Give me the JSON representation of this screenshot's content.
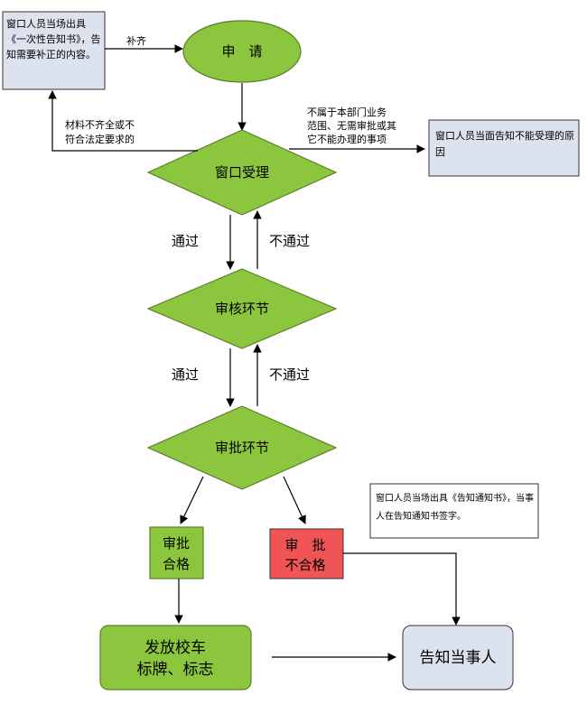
{
  "colors": {
    "green": "#8cc63f",
    "green_stroke": "#5a7f2a",
    "blue_box": "#dce3ee",
    "red": "#f05454",
    "white": "#ffffff",
    "line": "#000000"
  },
  "nodes": {
    "notify_supplement": "窗口人员当场出具《一次性告知书》，告知需要补正的内容。",
    "apply": "申　请",
    "window_accept": "窗口受理",
    "review": "审核环节",
    "approval": "审批环节",
    "reject_reason": "窗口人员当面告知不能受理的原因",
    "approved_line1": "审批",
    "approved_line2": "合格",
    "rejected_line1": "审　批",
    "rejected_line2": "不合格",
    "issue_line1": "发放校车",
    "issue_line2": "标牌、标志",
    "notify_party": "告知当事人",
    "notice_slip": "窗口人员当场出具《告知通知书》，当事人在告知通知书签字。"
  },
  "edges": {
    "supplement": "补齐",
    "materials_line1": "材料不齐全或不",
    "materials_line2": "符合法定要求的",
    "out_scope_line1": "不属于本部门业务",
    "out_scope_line2": "范围、无需审批或其",
    "out_scope_line3": "它不能办理的事项",
    "pass1": "通过",
    "fail1": "不通过",
    "pass2": "通过",
    "fail2": "不通过"
  }
}
